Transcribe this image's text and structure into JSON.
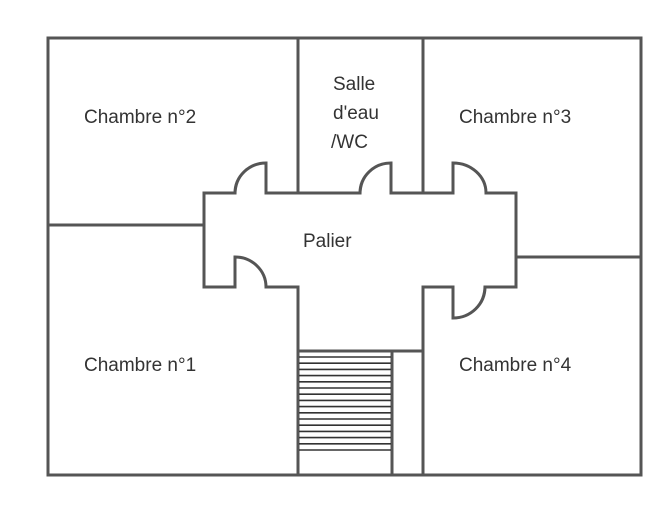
{
  "rooms": {
    "chambre2": "Chambre n°2",
    "salle_line1": "Salle",
    "salle_line2": "d'eau",
    "salle_line3": "/WC",
    "chambre3": "Chambre n°3",
    "palier": "Palier",
    "chambre1": "Chambre n°1",
    "chambre4": "Chambre n°4"
  },
  "stairs": {
    "step_count": 16
  },
  "colors": {
    "wall": "#555555",
    "text": "#333333"
  }
}
